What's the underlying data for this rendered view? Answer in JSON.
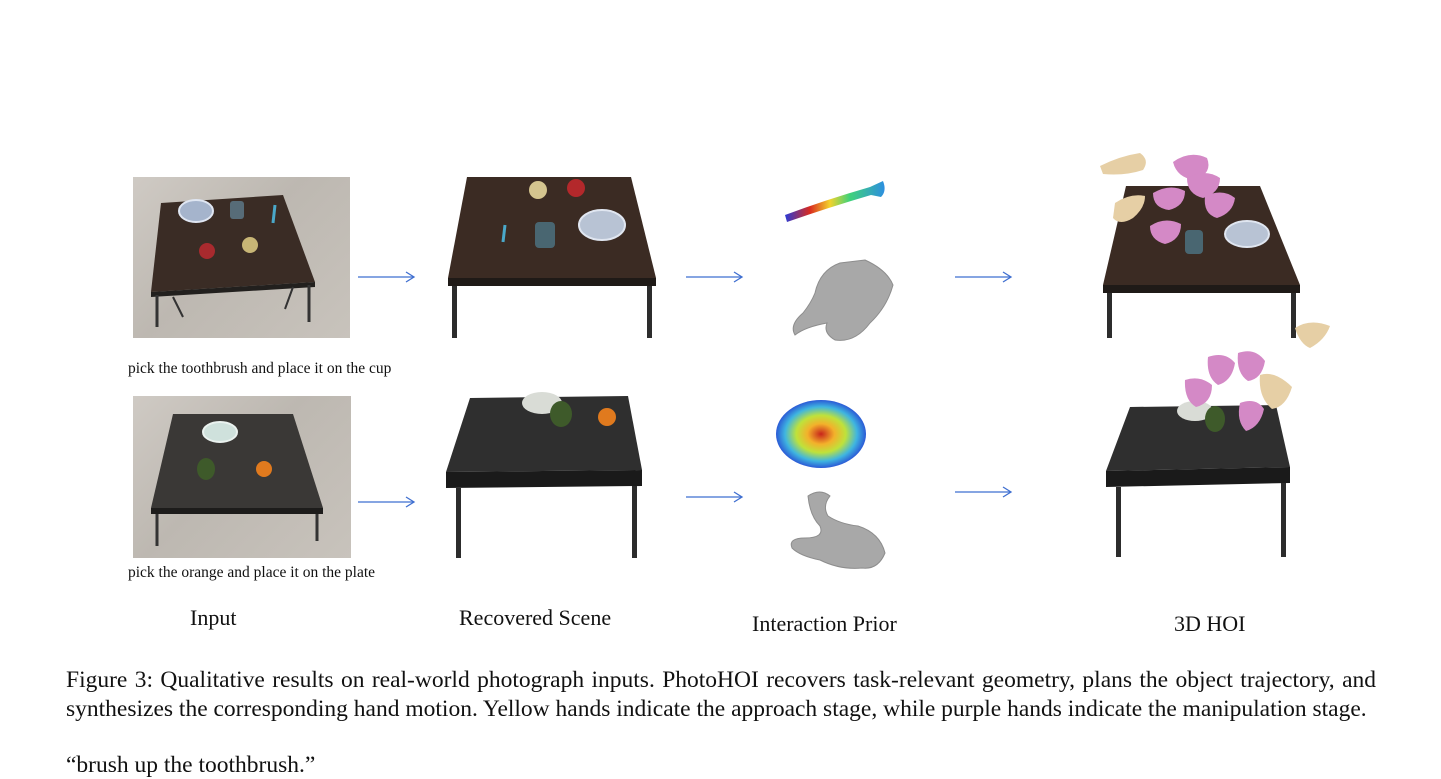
{
  "rows": [
    {
      "caption": "pick the toothbrush and place it on the cup"
    },
    {
      "caption": "pick the orange and place it on the plate"
    }
  ],
  "columns": [
    {
      "label": "Input"
    },
    {
      "label": "Recovered Scene"
    },
    {
      "label": "Interaction Prior"
    },
    {
      "label": "3D HOI"
    }
  ],
  "figure": {
    "caption": "Figure 3: Qualitative results on real-world photograph inputs. PhotoHOI recovers task-relevant geometry, plans the object trajectory, and synthesizes the corresponding hand motion. Yellow hands indicate the approach stage, while purple hands indicate the manipulation stage.",
    "next_text": "“brush up the toothbrush.”"
  },
  "colors": {
    "arrow": "#3f6fd0",
    "table_wood": "#3a2a22",
    "table_dark": "#2a2a2a",
    "approach_hand": "#e6cfa5",
    "manipulation_hand": "#d489c6",
    "prior_hand": "#a8a8a8"
  }
}
